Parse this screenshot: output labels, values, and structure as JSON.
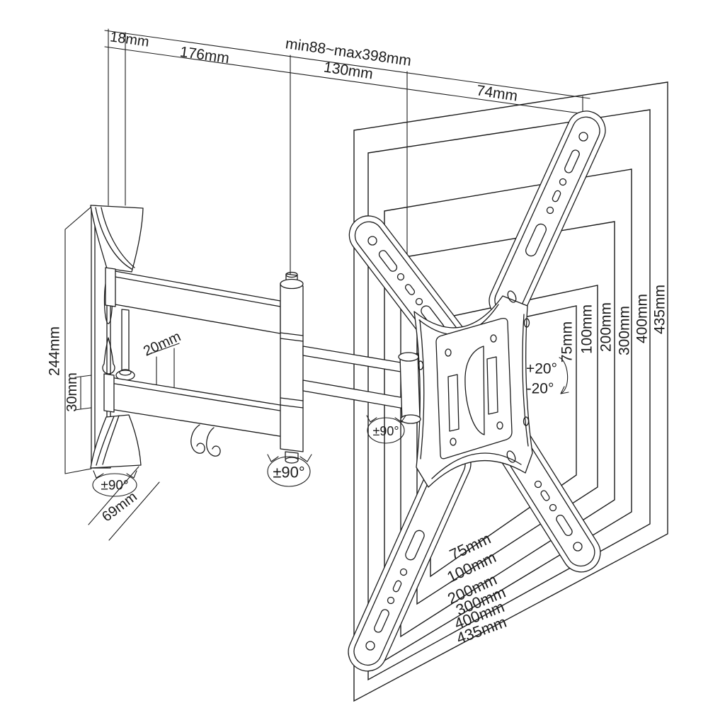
{
  "figure": {
    "kind": "technical line drawing",
    "subject": "Articulating full-motion TV wall mount bracket",
    "background_color": "#ffffff",
    "line_color": "#1c1c1c"
  },
  "dimensions": {
    "top": {
      "wall_offset": "18mm",
      "arm_folded": "176mm",
      "extension_range": "min88~max398mm",
      "plate_span": "130mm",
      "arm_tip": "74mm"
    },
    "left": {
      "wall_plate_height": "244mm",
      "arm_vertical_gap": "30mm",
      "arm_step": "20mm",
      "wall_plate_depth": "69mm"
    },
    "angles": {
      "swivel": "±90°",
      "tilt_up": "+20°",
      "tilt_down": "-20°"
    },
    "vesa": [
      "75mm",
      "100mm",
      "200mm",
      "300mm",
      "400mm",
      "435mm"
    ]
  }
}
